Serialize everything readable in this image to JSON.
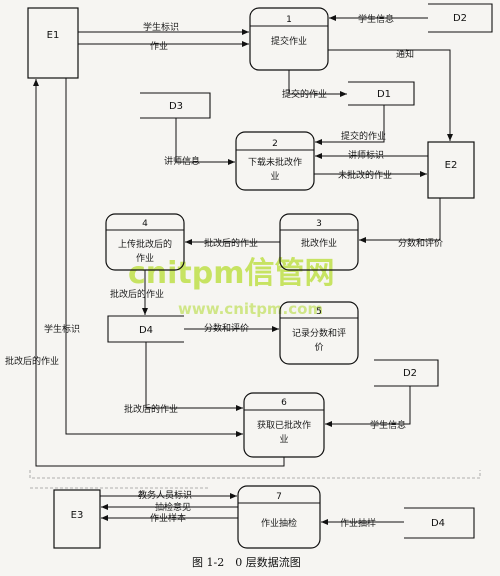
{
  "entities": {
    "e1": "E1",
    "e2": "E2",
    "e3": "E3"
  },
  "stores": {
    "d2a": "D2",
    "d1": "D1",
    "d3": "D3",
    "d4a": "D4",
    "d2b": "D2",
    "d4b": "D4"
  },
  "processes": [
    {
      "num": "1",
      "lines": [
        "提交作业"
      ]
    },
    {
      "num": "2",
      "lines": [
        "下载未批改作",
        "业"
      ]
    },
    {
      "num": "3",
      "lines": [
        "批改作业"
      ]
    },
    {
      "num": "4",
      "lines": [
        "上传批改后的",
        "作业"
      ]
    },
    {
      "num": "5",
      "lines": [
        "记录分数和评",
        "价"
      ]
    },
    {
      "num": "6",
      "lines": [
        "获取已批改作",
        "业"
      ]
    },
    {
      "num": "7",
      "lines": [
        "作业抽检"
      ]
    }
  ],
  "flows": {
    "student_id_1": "学生标识",
    "homework_1": "作业",
    "student_info_1": "学生信息",
    "notify": "通知",
    "submitted_hw_1": "提交的作业",
    "submitted_hw_2": "提交的作业",
    "teacher_id": "讲师标识",
    "teacher_info": "讲师信息",
    "ungraded_hw": "未批改的作业",
    "graded_hw_1": "批改后的作业",
    "score_eval_1": "分数和评价",
    "graded_hw_2": "批改后的作业",
    "score_eval_2": "分数和评价",
    "student_id_2": "学生标识",
    "graded_hw_left": "批改后的作业",
    "graded_hw_3": "批改后的作业",
    "student_info_2": "学生信息",
    "staff_id": "教务人员标识",
    "check_opinion": "抽检意见",
    "hw_sample_1": "作业样本",
    "hw_sample_2": "作业抽样"
  },
  "watermark": {
    "brand": "cnitpm信管网",
    "url": "www.cnitpm.com"
  },
  "caption": "图 1-2　0 层数据流图"
}
